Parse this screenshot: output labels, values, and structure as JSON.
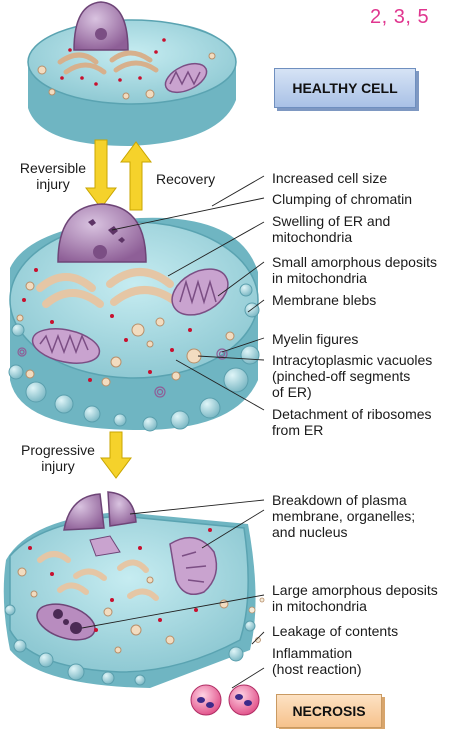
{
  "page_ref": "2, 3, 5",
  "boxes": {
    "healthy": "HEALTHY CELL",
    "necrosis": "NECROSIS"
  },
  "arrows": {
    "reversible": "Reversible\ninjury",
    "recovery": "Recovery",
    "progressive": "Progressive\ninjury"
  },
  "reversible_labels": [
    "Increased cell size",
    "Clumping of chromatin",
    "Swelling of ER and\nmitochondria",
    "Small amorphous deposits\nin mitochondria",
    "Membrane blebs",
    "Myelin figures",
    "Intracytoplasmic vacuoles\n(pinched-off segments\nof ER)",
    "Detachment of ribosomes\nfrom ER"
  ],
  "necrosis_labels": [
    "Breakdown of plasma\nmembrane, organelles;\nand nucleus",
    "Large amorphous deposits\nin mitochondria",
    "Leakage of contents",
    "Inflammation\n(host reaction)"
  ],
  "colors": {
    "cytoplasm": "#9fd6df",
    "cytoplasm_dark": "#6fb5c2",
    "nucleus": "#a97fb0",
    "er": "#f1d7bd",
    "mitochondria": "#b88cbf",
    "ribosome": "#c8102e",
    "arrow": "#f5d22b",
    "page_ref": "#e0368f"
  }
}
